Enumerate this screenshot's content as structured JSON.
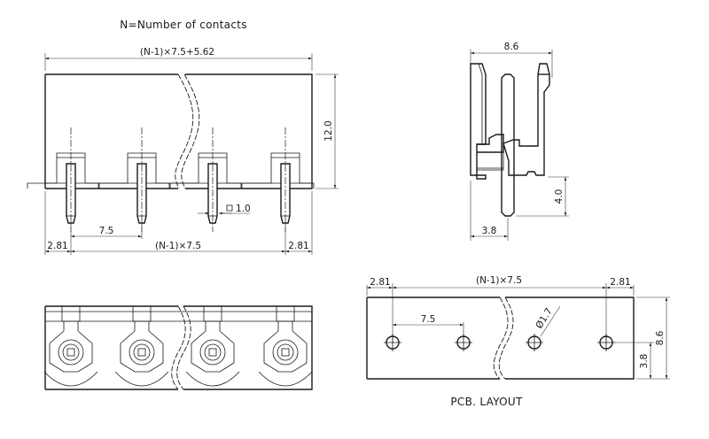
{
  "title": "N=Number of contacts",
  "front_view": {
    "overall_width": "(N-1)×7.5+5.62",
    "height": "12.0",
    "pin_pitch": "7.5",
    "pin_size": "1.0",
    "edge_left": "2.81",
    "edge_right": "2.81",
    "span": "(N-1)×7.5"
  },
  "side_view": {
    "width": "8.6",
    "pin_length": "4.0",
    "pin_offset": "3.8"
  },
  "pcb_layout": {
    "label": "PCB. LAYOUT",
    "edge_left": "2.81",
    "edge_right": "2.81",
    "span": "(N-1)×7.5",
    "pitch": "7.5",
    "hole_diameter": "Ø1.7",
    "height": "8.6",
    "hole_offset": "3.8"
  },
  "colors": {
    "line": "#1a1a1a",
    "background": "#ffffff"
  }
}
